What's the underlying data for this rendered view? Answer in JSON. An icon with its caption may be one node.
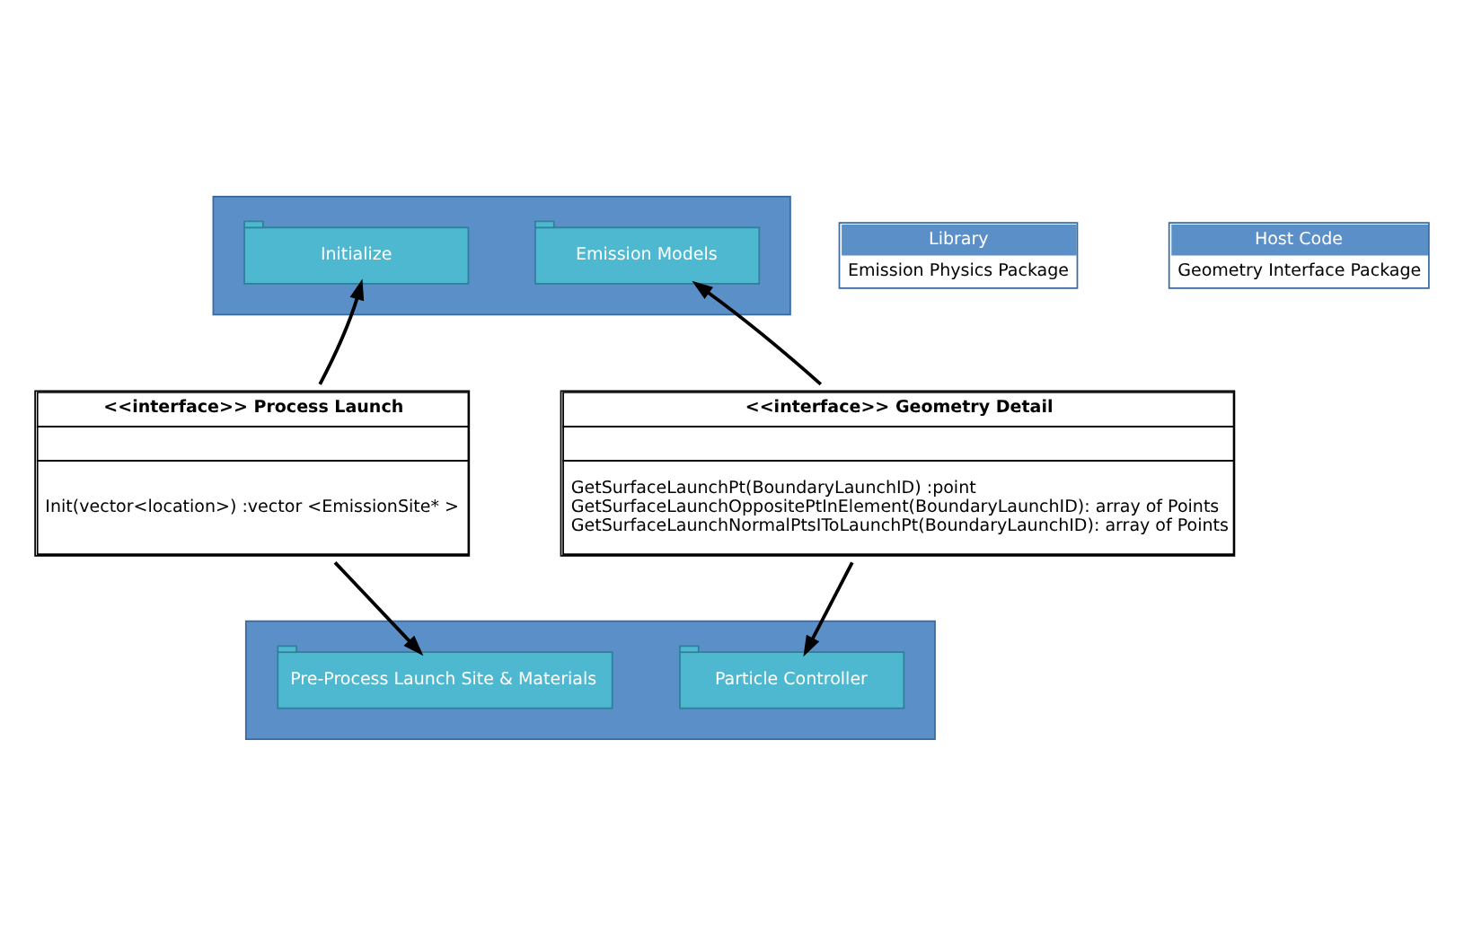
{
  "diagram": {
    "nodes": [
      {
        "text": [],
        "shape": "box"
      },
      {
        "text": [
          "Initialize"
        ],
        "in": 0
      },
      {
        "text": [
          "Emission Models"
        ],
        "in": 0
      },
      {
        "text": [
          "Library",
          "Emission Physics Package"
        ]
      },
      {
        "text": [
          "<<interface>> Process Launch",
          "Init(vector<location>) :vector <EmissionSite* >"
        ]
      },
      {
        "text": [
          "<<interface>> Geometry Detail",
          "GetSurfaceLaunchPt(BoundaryLaunchID) :point",
          "GetSurfaceLaunchOppositePtInElement(BoundaryLaunchID): array of Points",
          "GetSurfaceLaunchNormalPtsIToLaunchPt(BoundaryLaunchID): array of Points"
        ]
      },
      {
        "text": [],
        "shape": "box"
      },
      {
        "text": [
          "Pre-Process Launch Site & Materials"
        ],
        "in": 6
      },
      {
        "text": [
          "Particle Controller"
        ],
        "in": 6
      },
      {
        "text": [
          "Host Code",
          "Geometry Interface Package"
        ]
      }
    ],
    "edges": [
      {
        "from": 4,
        "to": 1,
        "arrow": "to"
      },
      {
        "from": 5,
        "to": 2,
        "arrow": "to"
      },
      {
        "from": 4,
        "to": 7,
        "arrow": "to"
      },
      {
        "from": 5,
        "to": 8,
        "arrow": "to"
      }
    ]
  }
}
